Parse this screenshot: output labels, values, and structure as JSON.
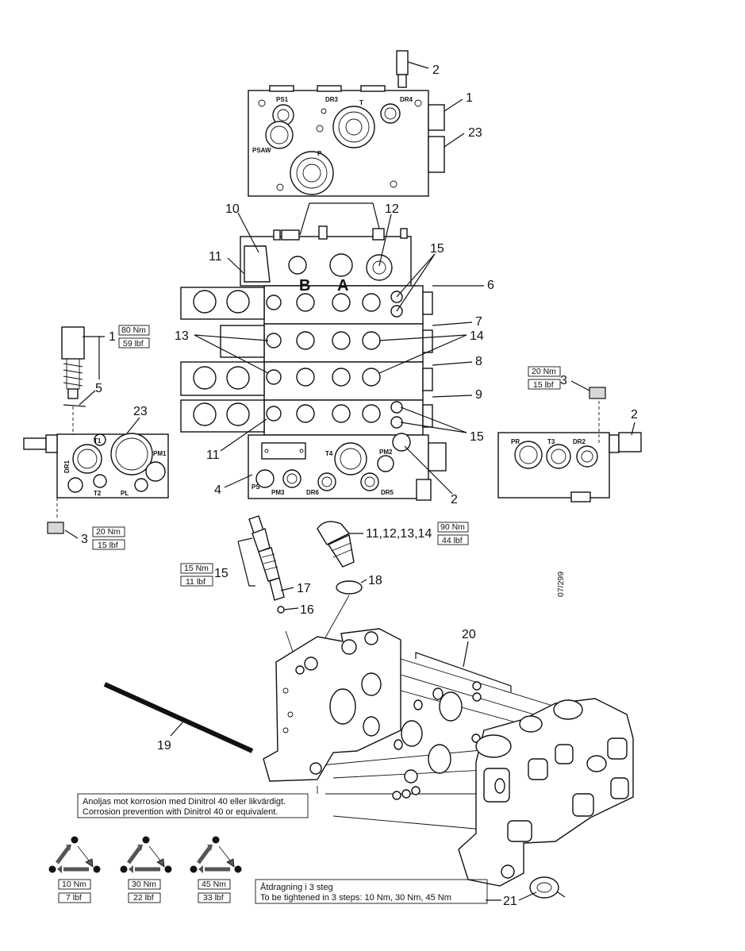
{
  "callouts": {
    "c1_top": "1",
    "c2_top": "2",
    "c23_top": "23",
    "c10": "10",
    "c11_top": "11",
    "c12": "12",
    "c15_top": "15",
    "c6": "6",
    "c7": "7",
    "c8": "8",
    "c9": "9",
    "c13": "13",
    "c14": "14",
    "c15_mid": "15",
    "c11_bot": "11",
    "c4": "4",
    "c2_mid": "2",
    "c1_left": "1",
    "c5": "5",
    "c23_left": "23",
    "c3_left": "3",
    "c3_right": "3",
    "c2_right": "2",
    "c11_list": "11,12,13,14",
    "c15_bot": "15",
    "c17": "17",
    "c16": "16",
    "c18": "18",
    "c20": "20",
    "c19": "19",
    "c21": "21"
  },
  "section_letters": {
    "b": "B",
    "a": "A"
  },
  "ports": {
    "top_ps1": "PS1",
    "top_dr3": "DR3",
    "top_t": "T",
    "top_dr4": "DR4",
    "top_psaw": "PSAW",
    "top_p": "P",
    "left_t1": "T1",
    "left_pm1": "PM1",
    "left_dr1": "DR1",
    "left_t2": "T2",
    "left_pl": "PL",
    "mid_t4": "T4",
    "mid_pm2": "PM2",
    "mid_ps": "PS",
    "mid_pm3": "PM3",
    "mid_dr6": "DR6",
    "mid_dr5": "DR5",
    "right_pr": "PR",
    "right_t3": "T3",
    "right_dr2": "DR2"
  },
  "torques": {
    "t1_nm": "80 Nm",
    "t1_lbf": "59 lbf",
    "t3l_nm": "20 Nm",
    "t3l_lbf": "15 lbf",
    "t3r_nm": "20 Nm",
    "t3r_lbf": "15 lbf",
    "t15_nm": "15 Nm",
    "t15_lbf": "11 lbf",
    "t11_nm": "90 Nm",
    "t11_lbf": "44 lbf",
    "s1_nm": "10 Nm",
    "s1_lbf": "7 lbf",
    "s2_nm": "30 Nm",
    "s2_lbf": "22 lbf",
    "s3_nm": "45 Nm",
    "s3_lbf": "33 lbf"
  },
  "drawing_number": "07/299",
  "notes": {
    "corrosion_sv": "Anoljas mot korrosion med Dinitrol 40 eller likvärdigt.",
    "corrosion_en": "Corrosion prevention with Dinitrol 40 or equivalent.",
    "tighten_sv": "Åtdragning i 3 steg",
    "tighten_en": "To be tightened in 3 steps: 10 Nm, 30 Nm, 45 Nm"
  }
}
